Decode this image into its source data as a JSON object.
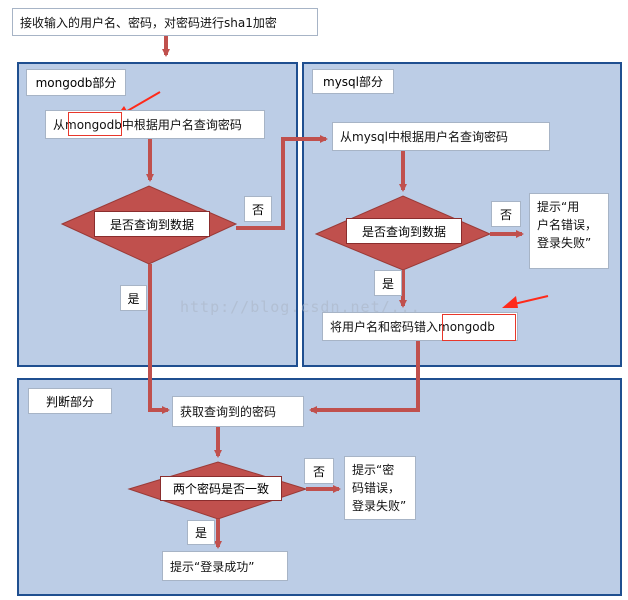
{
  "top": {
    "text": "接收输入的用户名、密码，对密码进行sha1加密"
  },
  "mongodb": {
    "title": "mongodb部分",
    "query_text": "从mongodb中根据用户名查询密码",
    "decision": "是否查询到数据",
    "no": "否",
    "yes": "是"
  },
  "mysql": {
    "title": "mysql部分",
    "query_text": "从mysql中根据用户名查询密码",
    "decision": "是否查询到数据",
    "no": "否",
    "yes": "是",
    "error_text": "提示“用\n户名错误，\n登录失败”",
    "insert_text": "将用户名和密码错入mongodb"
  },
  "judge": {
    "title": "判断部分",
    "get_text": "获取查询到的密码",
    "decision": "两个密码是否一致",
    "no": "否",
    "yes": "是",
    "error_text": "提示“密\n码错误，\n登录失败”",
    "success_text": "提示“登录成功”"
  },
  "watermark": "http://blog.csdn.net/...",
  "colors": {
    "region_fill": "#bccde6",
    "region_border": "#1f4f90",
    "diamond_fill": "#c0504d",
    "arrow": "#c0504d",
    "pointer": "#ff2a1a"
  }
}
